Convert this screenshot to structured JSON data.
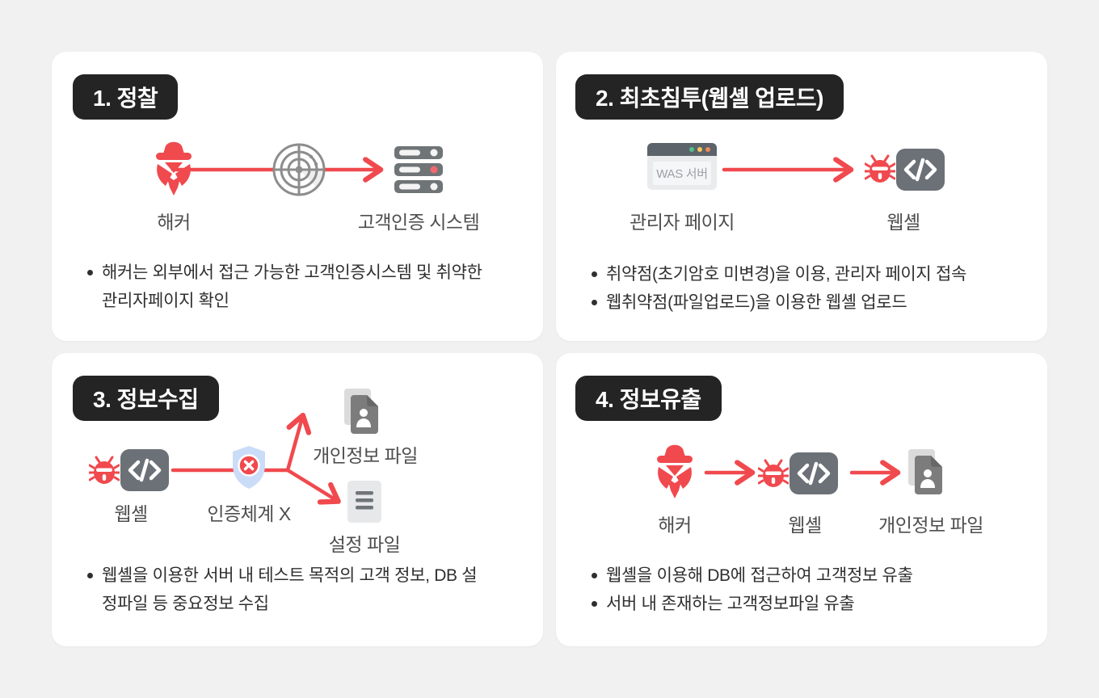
{
  "page": {
    "background": "#f1f1f2",
    "card_background": "#ffffff",
    "accent_red": "#f0494e",
    "badge_background": "#242424",
    "icon_gray": "#6f7477",
    "shield_blue": "#cbdcf8"
  },
  "panels": [
    {
      "title": "1. 정찰",
      "labels": {
        "hacker": "해커",
        "system": "고객인증 시스템"
      },
      "bullets": [
        "해커는 외부에서 접근 가능한 고객인증시스템 및 취약한 관리자페이지 확인"
      ]
    },
    {
      "title": "2. 최초침투(웹셸 업로드)",
      "labels": {
        "was_badge": "WAS 서버",
        "admin_page": "관리자 페이지",
        "webshell": "웹셸"
      },
      "bullets": [
        "취약점(초기암호 미변경)을 이용, 관리자 페이지 접속",
        "웹취약점(파일업로드)을 이용한 웹셸 업로드"
      ]
    },
    {
      "title": "3. 정보수집",
      "labels": {
        "webshell": "웹셸",
        "auth_system": "인증체계 X",
        "personal_file": "개인정보 파일",
        "config_file": "설정 파일"
      },
      "bullets": [
        "웹셸을 이용한 서버 내 테스트 목적의 고객 정보, DB 설정파일 등 중요정보 수집"
      ]
    },
    {
      "title": "4. 정보유출",
      "labels": {
        "hacker": "해커",
        "webshell": "웹셸",
        "personal_file": "개인정보 파일"
      },
      "bullets": [
        "웹셸을 이용해 DB에 접근하여 고객정보 유출",
        "서버 내 존재하는 고객정보파일 유출"
      ]
    }
  ]
}
